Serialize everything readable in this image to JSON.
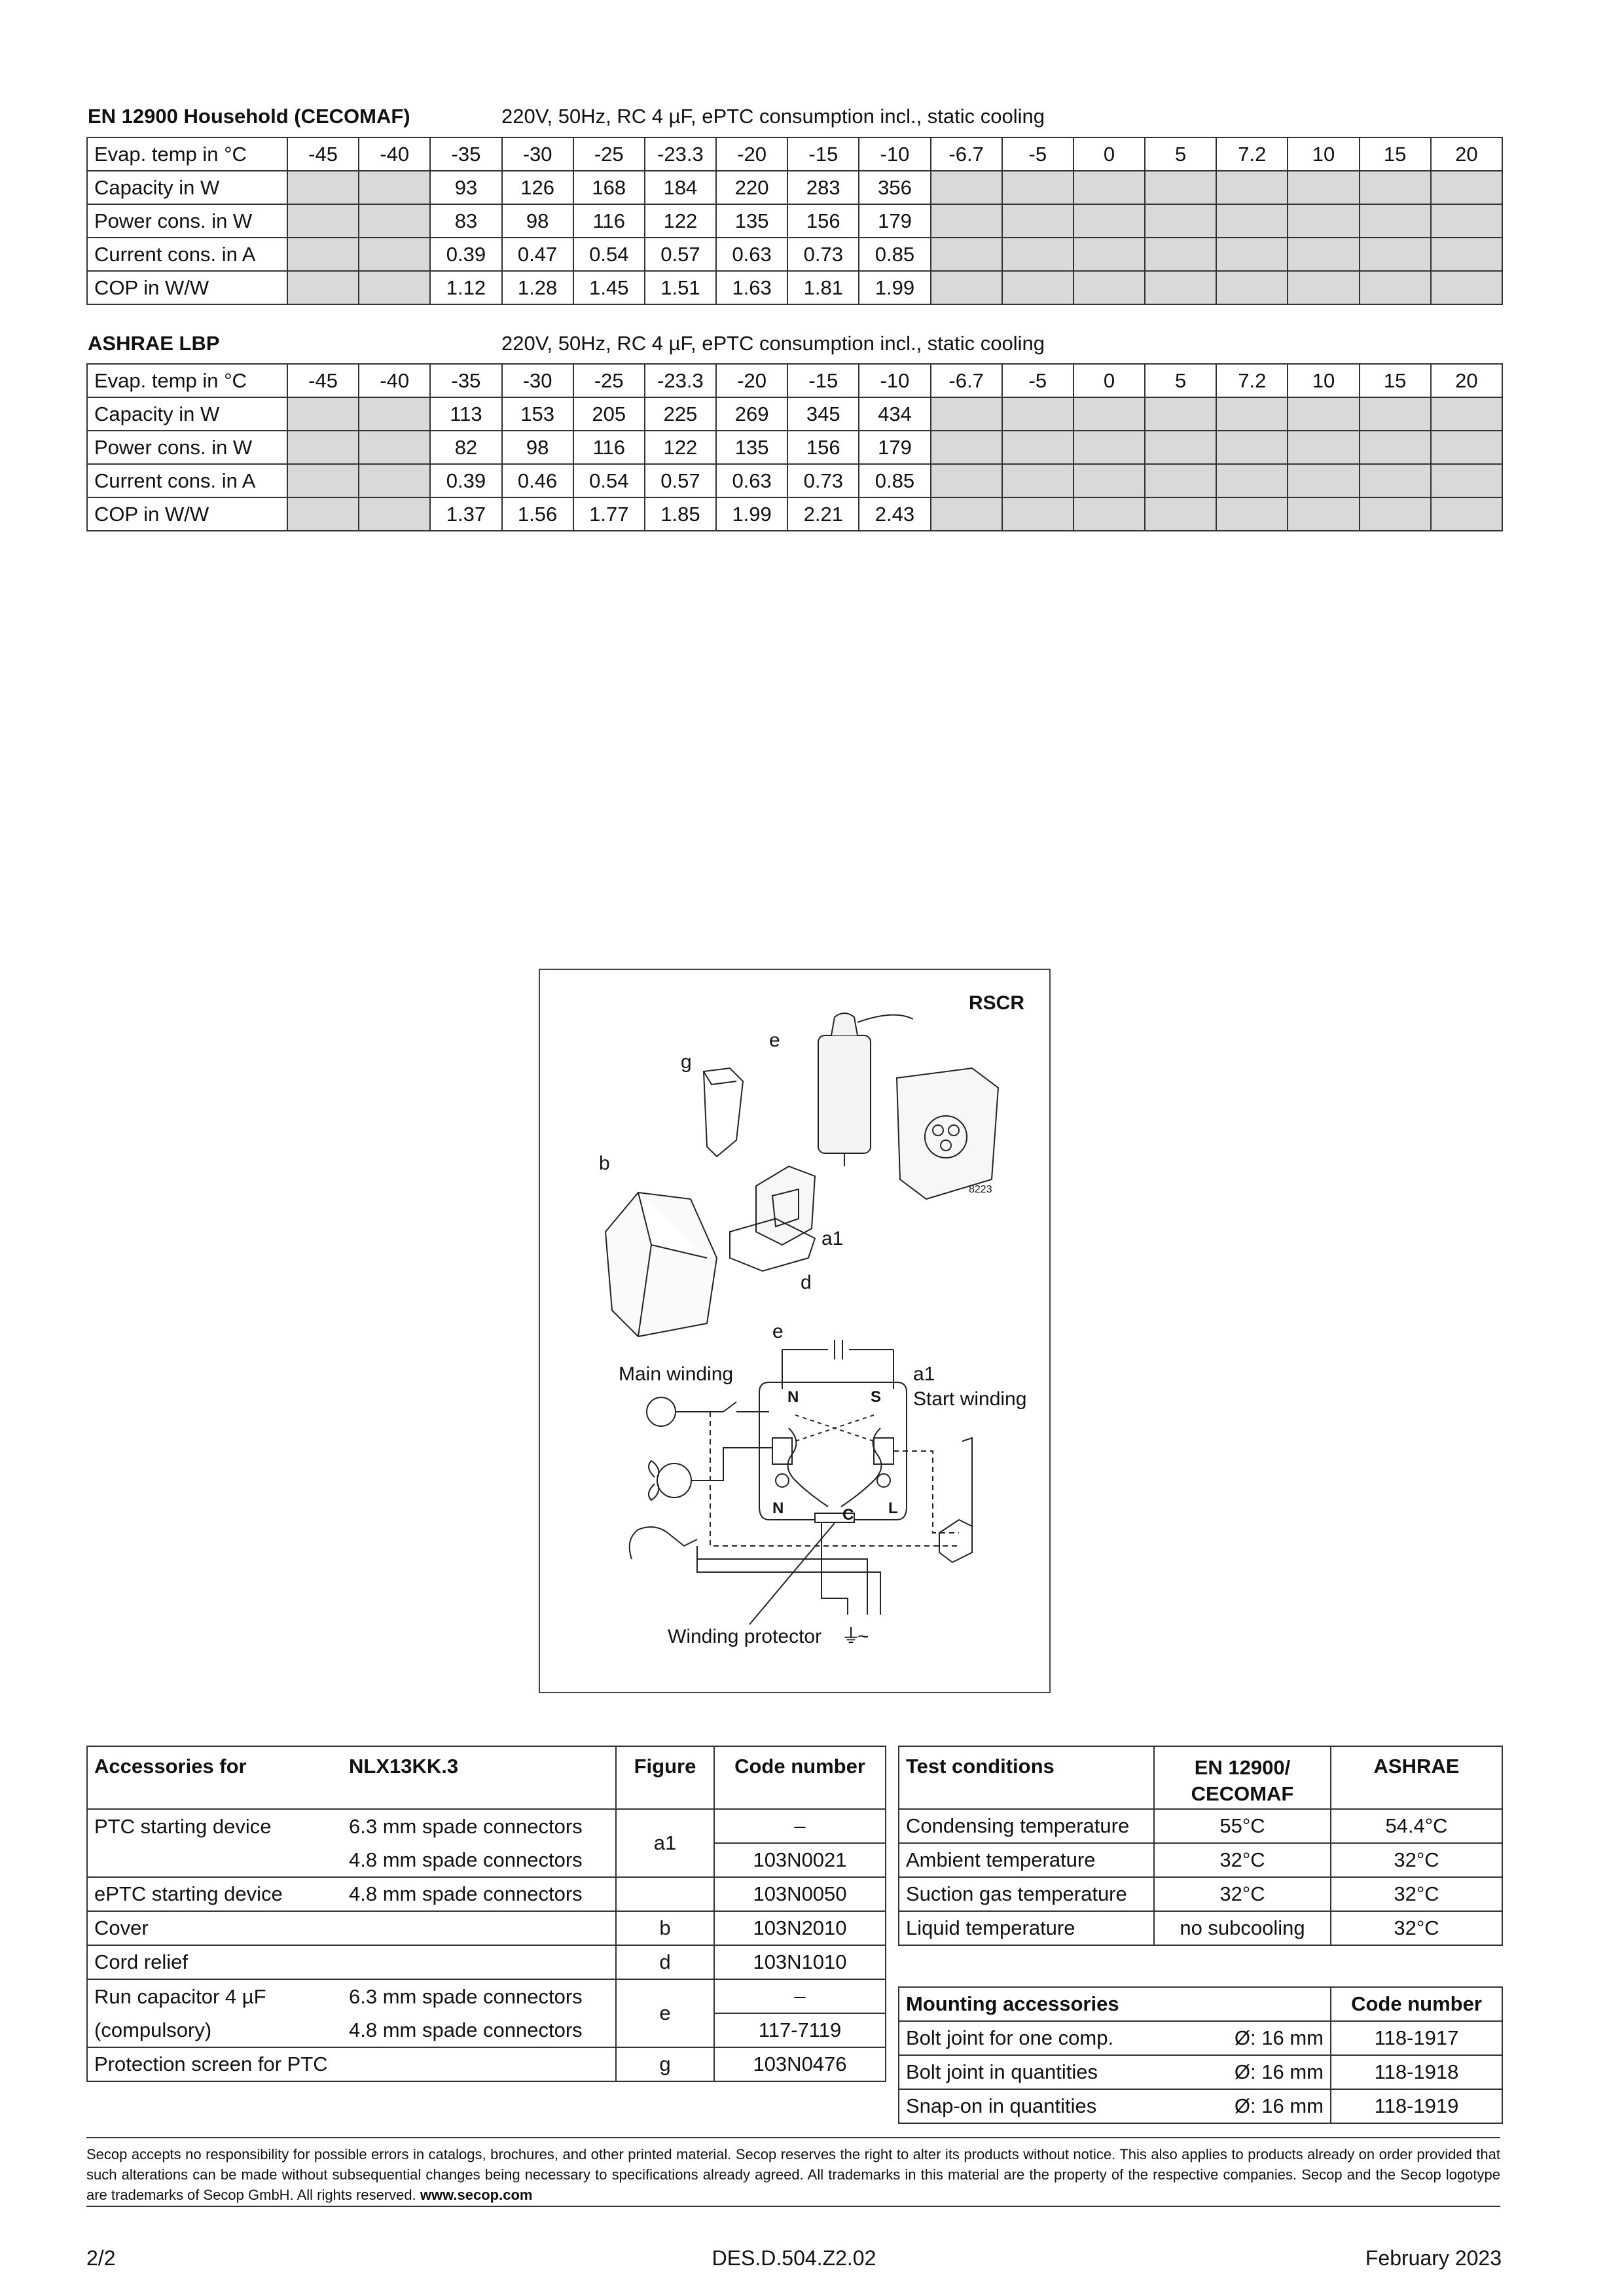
{
  "en12900": {
    "title": "EN 12900 Household (CECOMAF)",
    "conditions": "220V, 50Hz, RC 4 µF, ePTC consumption incl., static cooling",
    "headers": [
      "Evap. temp in °C",
      "-45",
      "-40",
      "-35",
      "-30",
      "-25",
      "-23.3",
      "-20",
      "-15",
      "-10",
      "-6.7",
      "-5",
      "0",
      "5",
      "7.2",
      "10",
      "15",
      "20"
    ],
    "rows": [
      {
        "label": "Capacity in W",
        "values": [
          "",
          "",
          "93",
          "126",
          "168",
          "184",
          "220",
          "283",
          "356",
          "",
          "",
          "",
          "",
          "",
          "",
          "",
          ""
        ]
      },
      {
        "label": "Power cons. in W",
        "values": [
          "",
          "",
          "83",
          "98",
          "116",
          "122",
          "135",
          "156",
          "179",
          "",
          "",
          "",
          "",
          "",
          "",
          "",
          ""
        ]
      },
      {
        "label": "Current cons. in A",
        "values": [
          "",
          "",
          "0.39",
          "0.47",
          "0.54",
          "0.57",
          "0.63",
          "0.73",
          "0.85",
          "",
          "",
          "",
          "",
          "",
          "",
          "",
          ""
        ]
      },
      {
        "label": "COP in W/W",
        "values": [
          "",
          "",
          "1.12",
          "1.28",
          "1.45",
          "1.51",
          "1.63",
          "1.81",
          "1.99",
          "",
          "",
          "",
          "",
          "",
          "",
          "",
          ""
        ]
      }
    ]
  },
  "ashrae": {
    "title": "ASHRAE LBP",
    "conditions": "220V, 50Hz, RC 4 µF, ePTC consumption incl., static cooling",
    "headers": [
      "Evap. temp in °C",
      "-45",
      "-40",
      "-35",
      "-30",
      "-25",
      "-23.3",
      "-20",
      "-15",
      "-10",
      "-6.7",
      "-5",
      "0",
      "5",
      "7.2",
      "10",
      "15",
      "20"
    ],
    "rows": [
      {
        "label": "Capacity in W",
        "values": [
          "",
          "",
          "113",
          "153",
          "205",
          "225",
          "269",
          "345",
          "434",
          "",
          "",
          "",
          "",
          "",
          "",
          "",
          ""
        ]
      },
      {
        "label": "Power cons. in W",
        "values": [
          "",
          "",
          "82",
          "98",
          "116",
          "122",
          "135",
          "156",
          "179",
          "",
          "",
          "",
          "",
          "",
          "",
          "",
          ""
        ]
      },
      {
        "label": "Current cons. in A",
        "values": [
          "",
          "",
          "0.39",
          "0.46",
          "0.54",
          "0.57",
          "0.63",
          "0.73",
          "0.85",
          "",
          "",
          "",
          "",
          "",
          "",
          "",
          ""
        ]
      },
      {
        "label": "COP in W/W",
        "values": [
          "",
          "",
          "1.37",
          "1.56",
          "1.77",
          "1.85",
          "1.99",
          "2.21",
          "2.43",
          "",
          "",
          "",
          "",
          "",
          "",
          "",
          ""
        ]
      }
    ]
  },
  "diagram": {
    "title": "RSCR",
    "labels": {
      "g": "g",
      "e": "e",
      "b": "b",
      "a1": "a1",
      "d": "d",
      "fig_no": "8223",
      "e2": "e",
      "main_winding": "Main winding",
      "a1_2": "a1",
      "start_winding": "Start winding",
      "N": "N",
      "S": "S",
      "N2": "N",
      "C": "C",
      "L": "L",
      "winding_protector": "Winding protector",
      "earth": "⏚",
      "ac": "~"
    }
  },
  "accessories": {
    "h_label": "Accessories for",
    "h_model": "NLX13KK.3",
    "h_figure": "Figure",
    "h_code": "Code number",
    "r1_name": "PTC starting device",
    "r1_spec": "6.3 mm spade connectors",
    "r1_code": "–",
    "r2_spec": "4.8 mm spade connectors",
    "r12_fig": "a1",
    "r2_code": "103N0021",
    "r3_name": "ePTC starting device",
    "r3_spec": "4.8 mm spade connectors",
    "r3_code": "103N0050",
    "r4_name": "Cover",
    "r4_fig": "b",
    "r4_code": "103N2010",
    "r5_name": "Cord relief",
    "r5_fig": "d",
    "r5_code": "103N1010",
    "r6_name": "Run capacitor 4 µF",
    "r6_spec": "6.3 mm spade connectors",
    "r6_code": "–",
    "r7_name": "(compulsory)",
    "r7_spec": "4.8 mm spade connectors",
    "r67_fig": "e",
    "r7_code": "117-7119",
    "r8_name": "Protection screen for PTC",
    "r8_fig": "g",
    "r8_code": "103N0476"
  },
  "test_conditions": {
    "h_label": "Test conditions",
    "h_en_1": "EN 12900/",
    "h_en_2": "CECOMAF",
    "h_ashrae": "ASHRAE",
    "rows": [
      {
        "label": "Condensing temperature",
        "en": "55°C",
        "ashrae": "54.4°C"
      },
      {
        "label": "Ambient temperature",
        "en": "32°C",
        "ashrae": "32°C"
      },
      {
        "label": "Suction gas temperature",
        "en": "32°C",
        "ashrae": "32°C"
      },
      {
        "label": "Liquid temperature",
        "en": "no subcooling",
        "ashrae": "32°C"
      }
    ]
  },
  "mounting": {
    "h_label": "Mounting accessories",
    "h_code": "Code number",
    "rows": [
      {
        "label": "Bolt joint for one comp.",
        "size": "Ø: 16 mm",
        "code": "118-1917"
      },
      {
        "label": "Bolt joint in quantities",
        "size": "Ø: 16 mm",
        "code": "118-1918"
      },
      {
        "label": "Snap-on in quantities",
        "size": "Ø: 16 mm",
        "code": "118-1919"
      }
    ]
  },
  "footer": {
    "disclaimer": "Secop accepts no responsibility for possible errors in catalogs, brochures, and other printed material. Secop reserves the right to alter its products without notice. This also applies to products already on order provided that such alterations can be made without subsequential changes being necessary to specifications already agreed. All trademarks in this material are the property of the respective companies. Secop and the Secop logotype are trademarks of Secop GmbH. All rights reserved.",
    "website": "www.secop.com",
    "page": "2/2",
    "doc_code": "DES.D.504.Z2.02",
    "date": "February 2023"
  }
}
